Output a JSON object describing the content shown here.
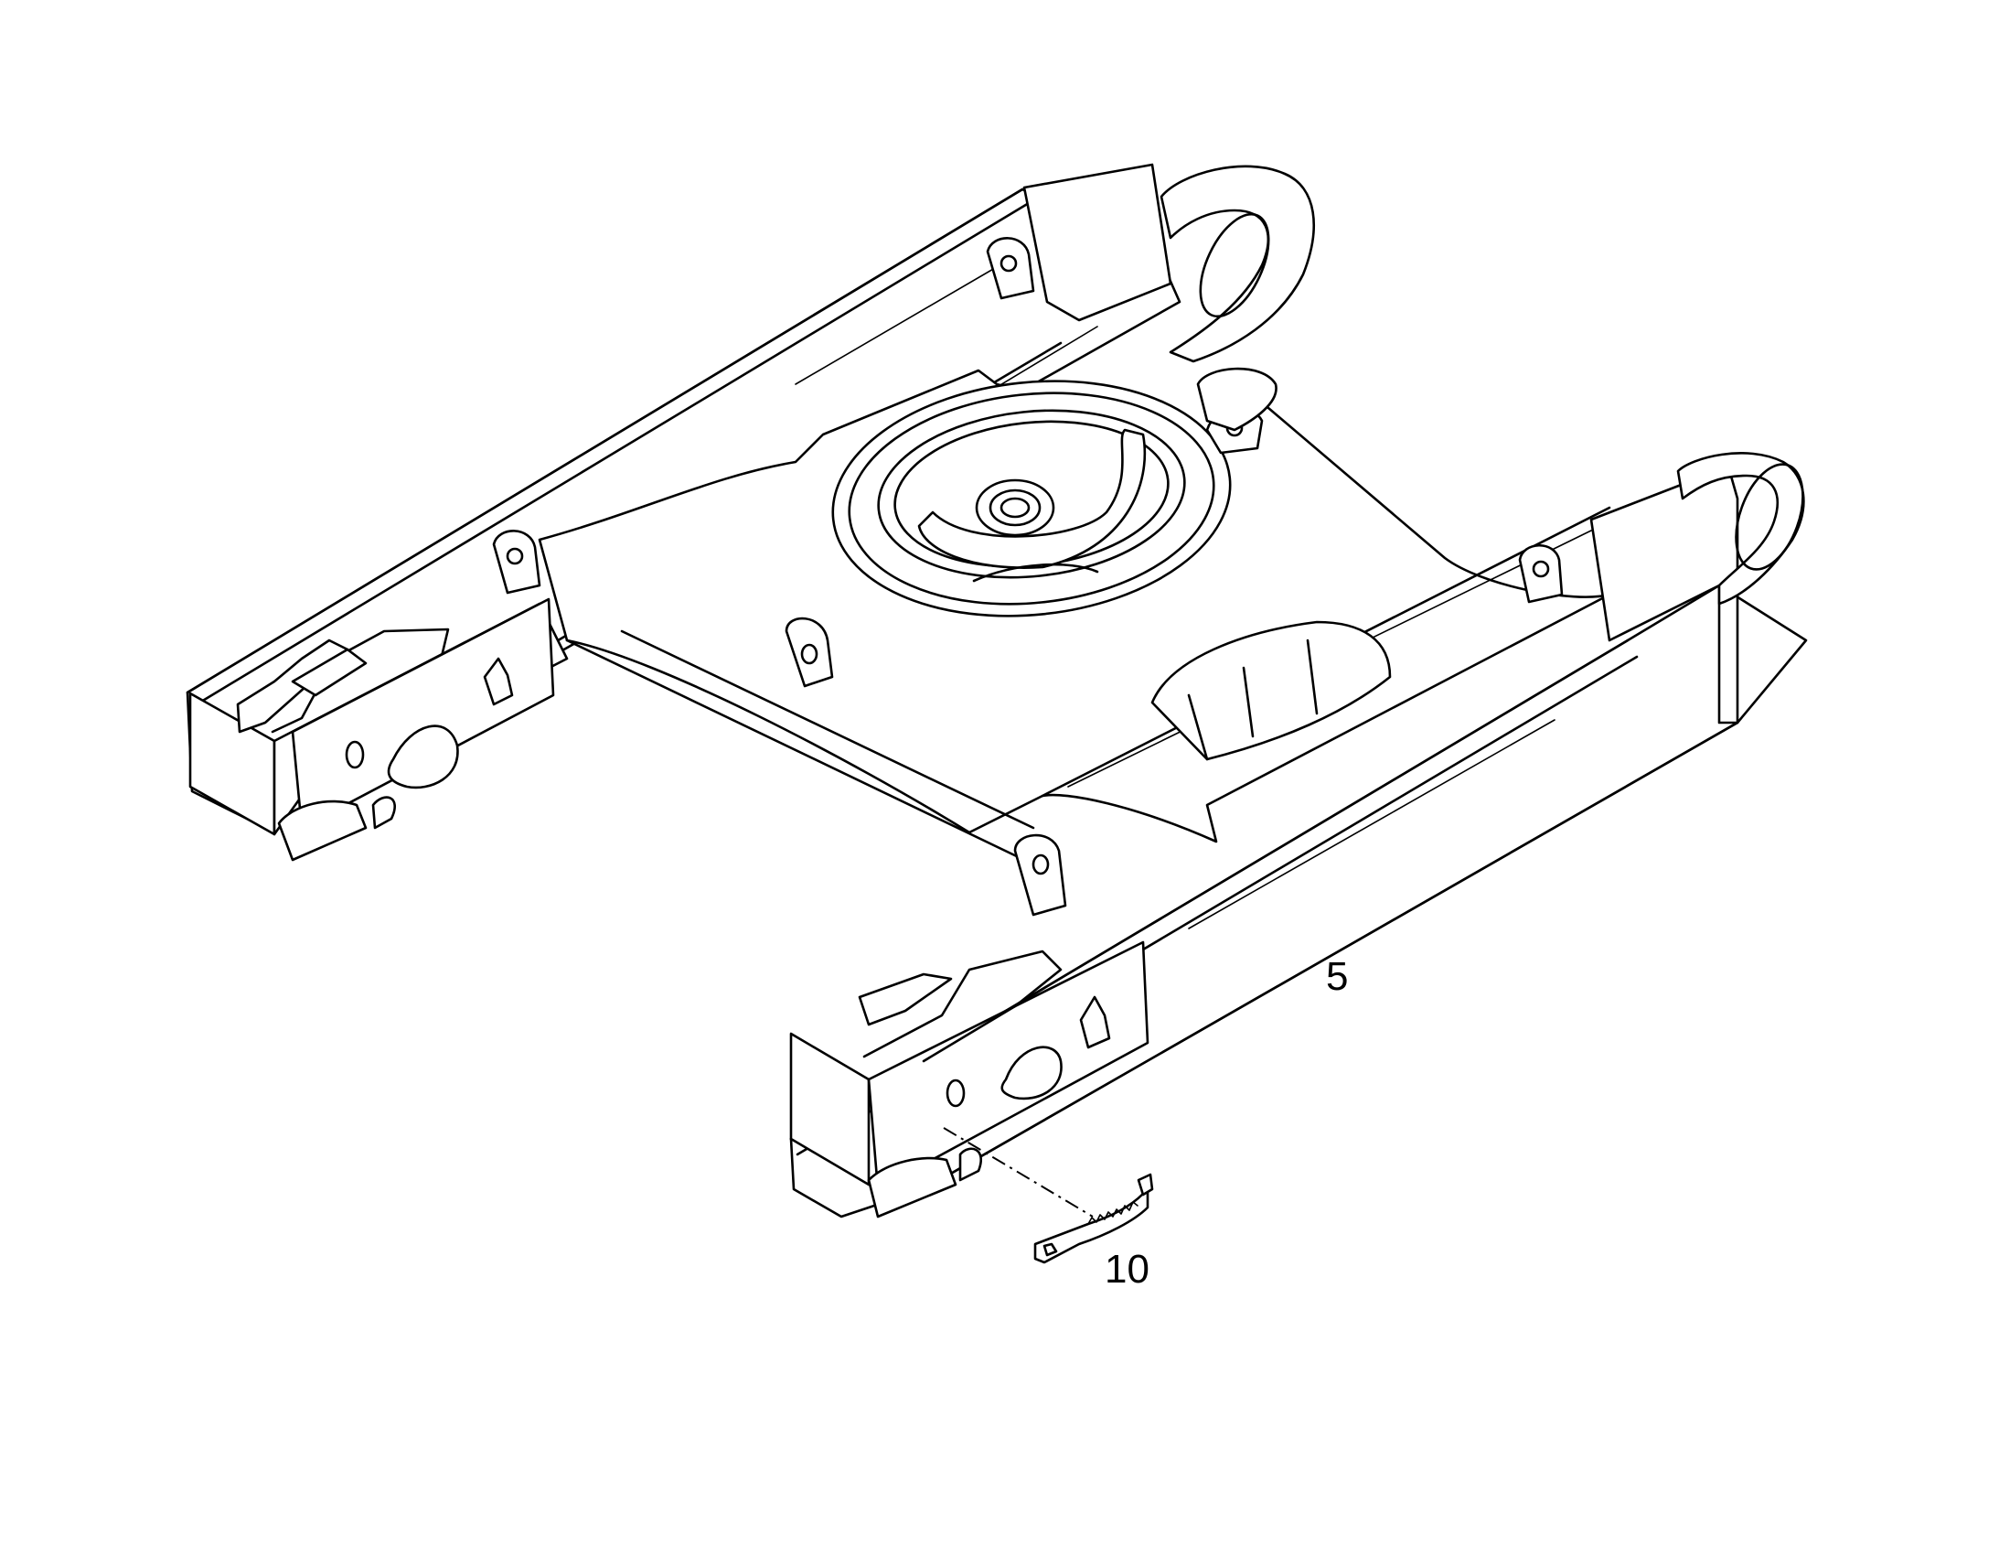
{
  "callouts": {
    "frame": "5",
    "plate": "10"
  },
  "parts": [
    {
      "id": "undercarriage-frame",
      "callout": "5"
    },
    {
      "id": "track-guide-plate",
      "callout": "10"
    }
  ]
}
